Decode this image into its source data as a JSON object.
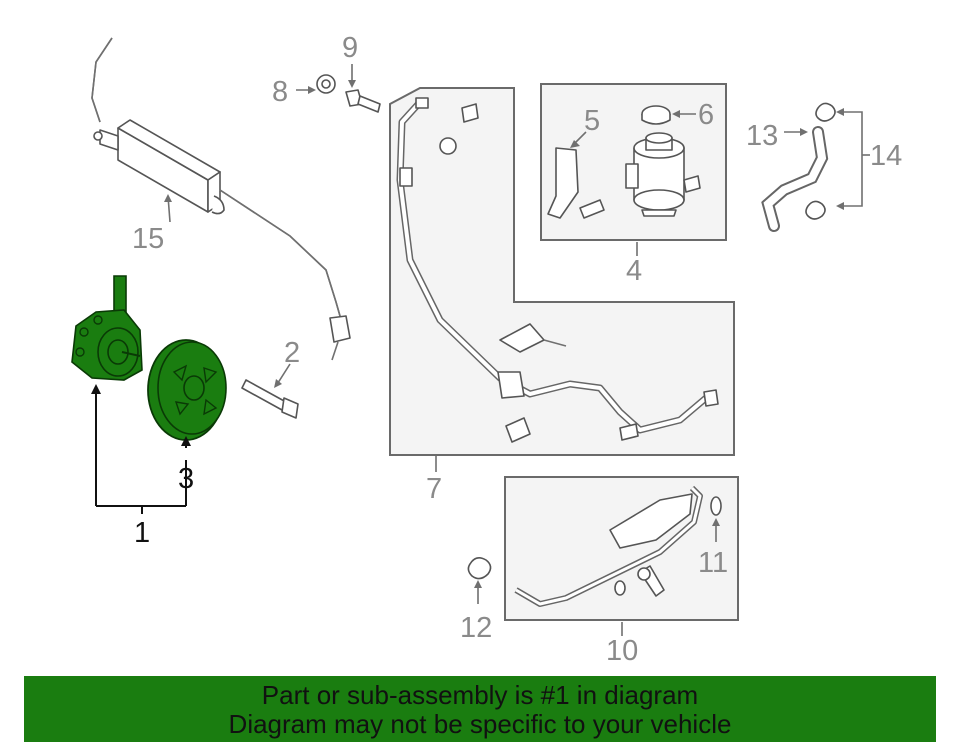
{
  "diagram": {
    "callouts": {
      "c1": "1",
      "c2": "2",
      "c3": "3",
      "c4": "4",
      "c5": "5",
      "c6": "6",
      "c7": "7",
      "c8": "8",
      "c9": "9",
      "c10": "10",
      "c11": "11",
      "c12": "12",
      "c13": "13",
      "c14": "14",
      "c15": "15"
    },
    "highlight_color": "#1a7d10"
  },
  "banner": {
    "line1": "Part or sub-assembly is #1 in diagram",
    "line2": "Diagram may not be specific to your vehicle",
    "background_color": "#1a7d10"
  }
}
